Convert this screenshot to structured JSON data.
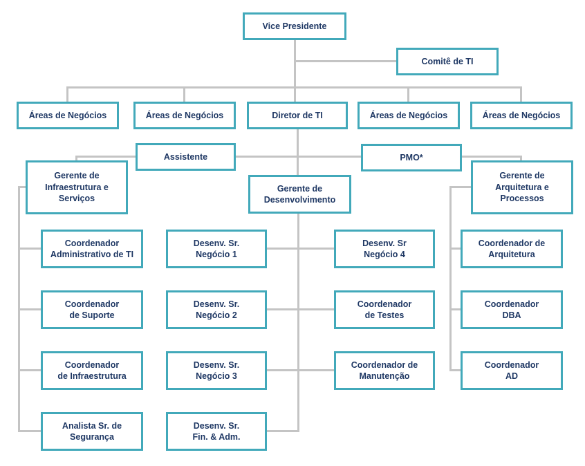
{
  "diagram_type": "org-chart",
  "colors": {
    "border": "#42A9BA",
    "text": "#1F3864",
    "line": "#C4C4C4",
    "background": "#FFFFFF"
  },
  "nodes": {
    "vice_presidente": {
      "label": "Vice Presidente"
    },
    "comite_de_ti": {
      "label": "Comitê de TI"
    },
    "areas_de_negocios_1": {
      "label": "Áreas de Negócios"
    },
    "areas_de_negocios_2": {
      "label": "Áreas de Negócios"
    },
    "diretor_de_ti": {
      "label": "Diretor de TI"
    },
    "areas_de_negocios_3": {
      "label": "Áreas de Negócios"
    },
    "areas_de_negocios_4": {
      "label": "Áreas de Negócios"
    },
    "assistente": {
      "label": "Assistente"
    },
    "pmo": {
      "label": "PMO*"
    },
    "gerente_infraestrutura": {
      "label": "Gerente de\nInfraestrutura e\nServiços"
    },
    "gerente_desenvolvimento": {
      "label": "Gerente de\nDesenvolvimento"
    },
    "gerente_arquitetura": {
      "label": "Gerente de\nArquitetura e\nProcessos"
    },
    "coordenador_administrativo_ti": {
      "label": "Coordenador\nAdministrativo de TI"
    },
    "coordenador_suporte": {
      "label": "Coordenador\nde Suporte"
    },
    "coordenador_infraestrutura": {
      "label": "Coordenador\nde Infraestrutura"
    },
    "analista_sr_seguranca": {
      "label": "Analista Sr. de\nSegurança"
    },
    "desenv_sr_negocio_1": {
      "label": "Desenv. Sr.\nNegócio 1"
    },
    "desenv_sr_negocio_2": {
      "label": "Desenv. Sr.\nNegócio 2"
    },
    "desenv_sr_negocio_3": {
      "label": "Desenv. Sr.\nNegócio 3"
    },
    "desenv_sr_fin_adm": {
      "label": "Desenv. Sr.\nFin. & Adm."
    },
    "desenv_sr_negocio_4": {
      "label": "Desenv. Sr\nNegócio 4"
    },
    "coordenador_testes": {
      "label": "Coordenador\nde Testes"
    },
    "coordenador_manutencao": {
      "label": "Coordenador de\nManutenção"
    },
    "coordenador_arquitetura": {
      "label": "Coordenador de\nArquitetura"
    },
    "coordenador_dba": {
      "label": "Coordenador\nDBA"
    },
    "coordenador_ad": {
      "label": "Coordenador\nAD"
    }
  },
  "edges": [
    [
      "vice_presidente",
      "comite_de_ti"
    ],
    [
      "vice_presidente",
      "areas_de_negocios_1"
    ],
    [
      "vice_presidente",
      "areas_de_negocios_2"
    ],
    [
      "vice_presidente",
      "diretor_de_ti"
    ],
    [
      "vice_presidente",
      "areas_de_negocios_3"
    ],
    [
      "vice_presidente",
      "areas_de_negocios_4"
    ],
    [
      "diretor_de_ti",
      "assistente"
    ],
    [
      "diretor_de_ti",
      "pmo"
    ],
    [
      "diretor_de_ti",
      "gerente_infraestrutura"
    ],
    [
      "diretor_de_ti",
      "gerente_desenvolvimento"
    ],
    [
      "diretor_de_ti",
      "gerente_arquitetura"
    ],
    [
      "gerente_infraestrutura",
      "coordenador_administrativo_ti"
    ],
    [
      "gerente_infraestrutura",
      "coordenador_suporte"
    ],
    [
      "gerente_infraestrutura",
      "coordenador_infraestrutura"
    ],
    [
      "gerente_infraestrutura",
      "analista_sr_seguranca"
    ],
    [
      "gerente_desenvolvimento",
      "desenv_sr_negocio_1"
    ],
    [
      "gerente_desenvolvimento",
      "desenv_sr_negocio_2"
    ],
    [
      "gerente_desenvolvimento",
      "desenv_sr_negocio_3"
    ],
    [
      "gerente_desenvolvimento",
      "desenv_sr_fin_adm"
    ],
    [
      "gerente_desenvolvimento",
      "desenv_sr_negocio_4"
    ],
    [
      "gerente_desenvolvimento",
      "coordenador_testes"
    ],
    [
      "gerente_desenvolvimento",
      "coordenador_manutencao"
    ],
    [
      "gerente_arquitetura",
      "coordenador_arquitetura"
    ],
    [
      "gerente_arquitetura",
      "coordenador_dba"
    ],
    [
      "gerente_arquitetura",
      "coordenador_ad"
    ]
  ]
}
